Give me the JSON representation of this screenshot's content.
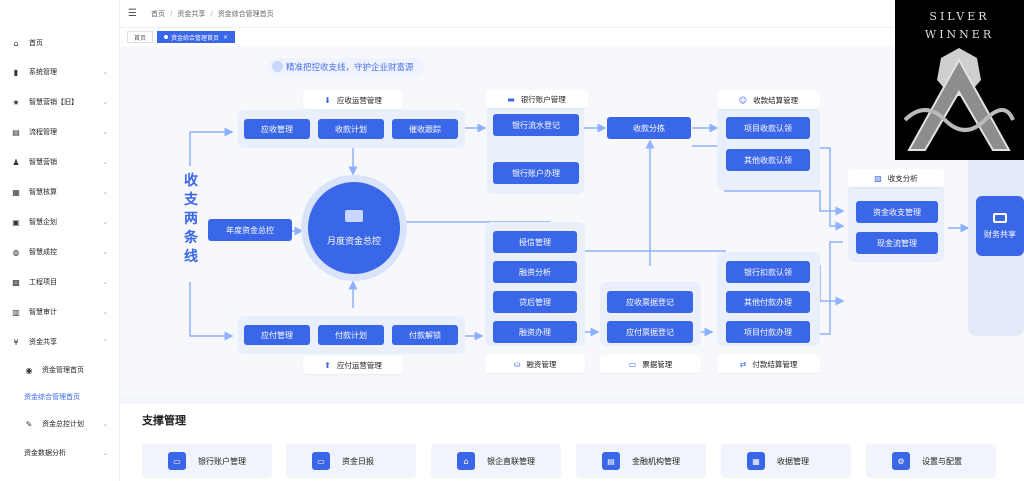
{
  "sidebar": {
    "items": [
      {
        "label": "首页",
        "icon": "home-icon",
        "glyph": "⌂"
      },
      {
        "label": "系统管理",
        "icon": "system-icon",
        "glyph": "▮"
      },
      {
        "label": "智慧营销【旧】",
        "icon": "star-icon",
        "glyph": "★"
      },
      {
        "label": "流程管理",
        "icon": "flow-icon",
        "glyph": "▤"
      },
      {
        "label": "智慧营销",
        "icon": "users-icon",
        "glyph": "♟"
      },
      {
        "label": "智慧核算",
        "icon": "calc-icon",
        "glyph": "▦"
      },
      {
        "label": "智慧企划",
        "icon": "plan-icon",
        "glyph": "▣"
      },
      {
        "label": "智慧成控",
        "icon": "control-icon",
        "glyph": "◍"
      },
      {
        "label": "工程项目",
        "icon": "project-icon",
        "glyph": "▩"
      },
      {
        "label": "智慧审计",
        "icon": "audit-icon",
        "glyph": "▥"
      },
      {
        "label": "资金共享",
        "icon": "yen-icon",
        "glyph": "¥"
      }
    ],
    "sub_items": [
      {
        "label": "资金管理首页",
        "icon": "eye-icon",
        "glyph": "◉"
      },
      {
        "label": "资金综合管理首页",
        "icon": "",
        "glyph": ""
      },
      {
        "label": "资金总控计划",
        "icon": "edit-icon",
        "glyph": "✎"
      },
      {
        "label": "资金数据分析",
        "icon": "",
        "glyph": ""
      }
    ],
    "chevron": "⌄"
  },
  "header": {
    "menu_icon": "☰",
    "breadcrumbs": [
      "首页",
      "资金共享",
      "资金综合管理首页"
    ],
    "separator": "/"
  },
  "tabs": [
    {
      "label": "首页"
    },
    {
      "label": "资金综合管理首页",
      "close": "×"
    }
  ],
  "slogan": "精准把控收支线，守护企业财富源",
  "vertical_label": "收支两条线",
  "groups": {
    "receivable_ops": {
      "label": "应收运营管理",
      "icon": "⬇"
    },
    "bank_account": {
      "label": "银行账户管理",
      "icon": "▬"
    },
    "collection_settle": {
      "label": "收款结算管理",
      "icon": "☺"
    },
    "income_analysis": {
      "label": "收支分析",
      "icon": "▨"
    },
    "payable_ops": {
      "label": "应付运营管理",
      "icon": "⬆"
    },
    "financing": {
      "label": "融资管理",
      "icon": "⛀"
    },
    "notes": {
      "label": "票据管理",
      "icon": "▭"
    },
    "payment_settle": {
      "label": "付款结算管理",
      "icon": "⇄"
    }
  },
  "nodes": {
    "receivable_mgmt": "应收管理",
    "collection_plan": "收款计划",
    "collection_follow": "催收跟踪",
    "bank_flow_reg": "银行流水登记",
    "bank_acct_open": "银行账户办理",
    "collection_split": "收款分拣",
    "project_claim": "项目收款认领",
    "other_claim": "其他收款认领",
    "annual_control": "年度资金总控",
    "monthly_control": "月度资金总控",
    "income_mgmt": "资金收支管理",
    "cashflow_mgmt": "现金流管理",
    "credit_mgmt": "授信管理",
    "financing_analysis": "融资分析",
    "post_loan": "贷后管理",
    "financing_handle": "融资办理",
    "recv_note_reg": "应收票据登记",
    "pay_note_reg": "应付票据登记",
    "bank_debit_claim": "银行扣款认领",
    "other_payment": "其他付款办理",
    "project_payment": "项目付款办理",
    "payable_mgmt": "应付管理",
    "payment_plan": "付款计划",
    "payment_unlock": "付款解锁",
    "finance_share": "财务共享"
  },
  "support": {
    "title": "支撑管理",
    "items": [
      {
        "label": "银行账户管理",
        "icon": "card-icon",
        "glyph": "▭"
      },
      {
        "label": "资金日报",
        "icon": "card-icon",
        "glyph": "▭"
      },
      {
        "label": "银企直联管理",
        "icon": "bank-icon",
        "glyph": "⌂"
      },
      {
        "label": "金融机构管理",
        "icon": "doc-icon",
        "glyph": "▤"
      },
      {
        "label": "收据管理",
        "icon": "receipt-icon",
        "glyph": "▦"
      },
      {
        "label": "设置与配置",
        "icon": "gear-icon",
        "glyph": "⚙"
      }
    ]
  },
  "logo": {
    "line1": "SILVER",
    "line2": "WINNER"
  },
  "colors": {
    "accent": "#3a66e8",
    "group_bg": "#eaf0fb",
    "line": "#8fb0ff"
  }
}
